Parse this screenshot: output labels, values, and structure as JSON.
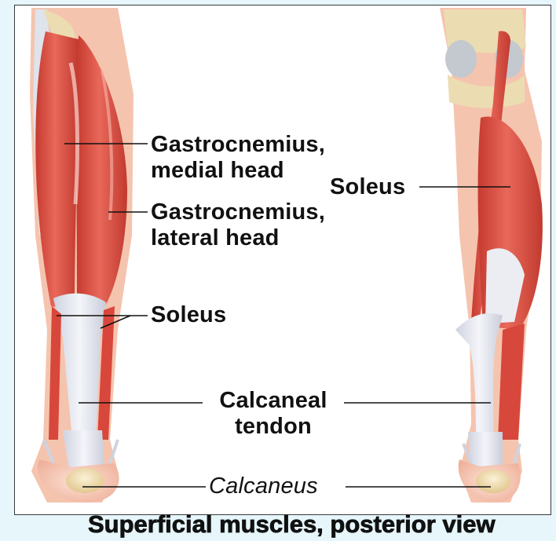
{
  "labels": {
    "gastro_medial_line1": "Gastrocnemius,",
    "gastro_medial_line2": "medial head",
    "gastro_lateral_line1": "Gastrocnemius,",
    "gastro_lateral_line2": "lateral head",
    "soleus_left": "Soleus",
    "soleus_right": "Soleus",
    "calcaneal_line1": "Calcaneal",
    "calcaneal_line2": "tendon",
    "calcaneus": "Calcaneus"
  },
  "caption": "Superficial muscles, posterior view",
  "colors": {
    "muscle": "#d8483c",
    "muscle_light": "#ef8f80",
    "tendon": "#e9ebf2",
    "bone": "#efe0b8",
    "skin": "#f7c7b4",
    "leader_line": "#111111",
    "background": "#e6f6fb"
  }
}
